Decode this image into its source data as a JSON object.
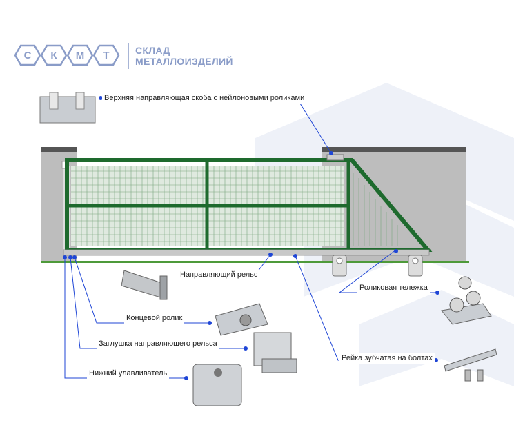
{
  "logo": {
    "letters": [
      "С",
      "К",
      "М",
      "Т"
    ],
    "line1": "СКЛАД",
    "line2": "МЕТАЛЛОИЗДЕЛИЙ"
  },
  "labels": {
    "top_bracket": "Верхняя направляющая скоба с нейлоновыми роликами",
    "rail": "Направляющий рельс",
    "end_roller": "Концевой ролик",
    "rail_cap": "Заглушка направляющего рельса",
    "bottom_catcher": "Нижний улавливатель",
    "roller_carriage": "Роликовая тележка",
    "gear_rack": "Рейка зубчатая на болтах"
  },
  "colors": {
    "callout_blue": "#1f46d6",
    "gate_green": "#1e6a2e",
    "ground_green": "#4e9a3a",
    "wall_grey": "#bdbdbd",
    "logo_blue": "#8a9cc8"
  }
}
